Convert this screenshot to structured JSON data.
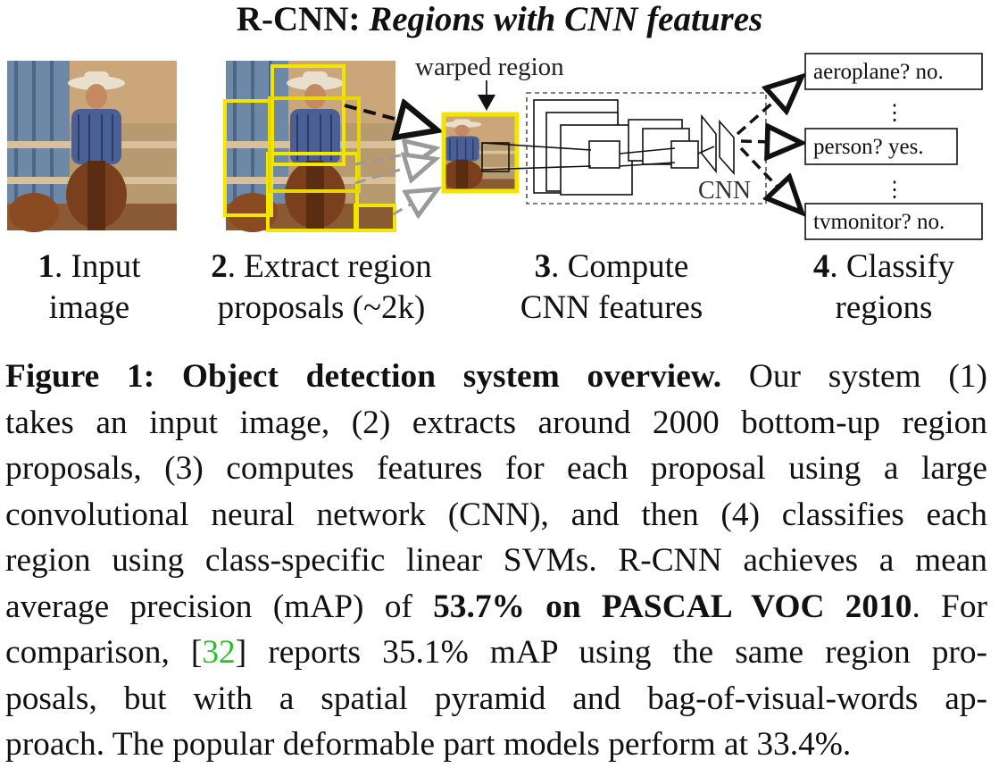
{
  "figure": {
    "title_plain": "R-CNN: ",
    "title_italic": "Regions with CNN features",
    "warped_label": "warped region",
    "cnn_label": "CNN",
    "classes": [
      "aeroplane? no.",
      "person? yes.",
      "tvmonitor? no."
    ],
    "ellipsis": "⋮",
    "steps": [
      {
        "num": "1",
        "text_line1": ". Input",
        "text_line2": "image"
      },
      {
        "num": "2",
        "text_line1": ". Extract region",
        "text_line2": "proposals (~2k)"
      },
      {
        "num": "3",
        "text_line1": ". Compute",
        "text_line2": "CNN features"
      },
      {
        "num": "4",
        "text_line1": ". Classify",
        "text_line2": "regions"
      }
    ],
    "colors": {
      "proposal": "#f2e600",
      "arrow_dark": "#111111",
      "arrow_light": "#9a9a9a",
      "citation": "#2bbf2b"
    }
  },
  "caption": {
    "label": "Figure 1:",
    "heading": "Object detection system overview.",
    "l1": "Our system (1)",
    "l2": "takes an input image, (2) extracts around 2000 bottom-up region",
    "l3": "proposals, (3) computes features for each proposal using a large",
    "l4": "convolutional neural network (CNN), and then (4) classifies each",
    "l5": "region using class-specific linear SVMs. R-CNN achieves a mean",
    "l6a": "average precision (mAP) of",
    "l6b": "53.7% on PASCAL VOC 2010",
    "l6c": ". For",
    "l7a": "comparison, [",
    "l7cite": "32",
    "l7b": "] reports 35.1% mAP using the same region pro-",
    "l8": "posals, but with a spatial pyramid and bag-of-visual-words ap-",
    "l9": "proach. The popular deformable part models perform at 33.4%."
  }
}
